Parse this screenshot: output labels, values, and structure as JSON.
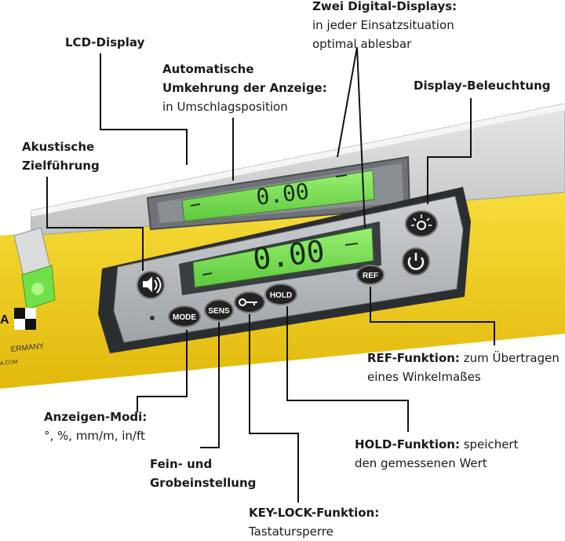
{
  "callouts": {
    "lcd_display": {
      "title": "LCD-Display"
    },
    "auto_flip": {
      "title_line1": "Automatische",
      "title_line2": "Umkehrung der Anzeige:",
      "desc": "in Umschlagsposition"
    },
    "two_displays": {
      "title": "Zwei Digital-Displays:",
      "desc_line1": "in jeder Einsatzsituation",
      "desc_line2": "optimal ablesbar"
    },
    "backlight": {
      "title": "Display-Beleuchtung"
    },
    "acoustic": {
      "title_line1": "Akustische",
      "title_line2": "Zielführung"
    },
    "ref": {
      "title": "REF-Funktion:",
      "desc_inline": " zum Übertragen",
      "desc_line2": "eines Winkelmaßes"
    },
    "modes": {
      "title": "Anzeigen-Modi:",
      "desc": "°, %, mm/m, in/ft"
    },
    "hold": {
      "title": "HOLD-Funktion:",
      "desc_inline": " speichert",
      "desc_line2": "den gemessenen Wert"
    },
    "fine": {
      "title_line1": "Fein- und",
      "title_line2": "Grobeinstellung"
    },
    "keylock": {
      "title": "KEY-LOCK-Funktion:",
      "desc": "Tastatursperre"
    }
  },
  "device": {
    "top_display_value": "0.00",
    "main_display_value": "0.00",
    "buttons": {
      "mode": "MODE",
      "sens": "SENS",
      "hold": "HOLD",
      "ref": "REF"
    },
    "brand_fragment": "A",
    "country_fragment": "ERMANY",
    "web_fragment": "A.COM",
    "colors": {
      "body_yellow": "#f2cf1b",
      "lcd_green": "#7fe05a",
      "panel_grey": "#b8bcbf",
      "rail_silver": "#d2d4d3"
    }
  }
}
